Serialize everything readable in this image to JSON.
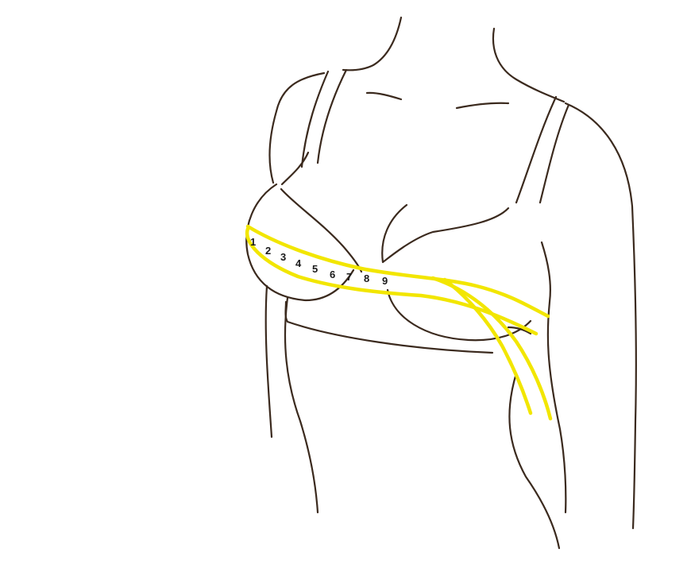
{
  "diagram": {
    "line_color": "#3b2a1e",
    "tape_color": "#f2e600",
    "tape_markings": [
      "1",
      "2",
      "3",
      "4",
      "5",
      "6",
      "7",
      "8",
      "9"
    ]
  }
}
